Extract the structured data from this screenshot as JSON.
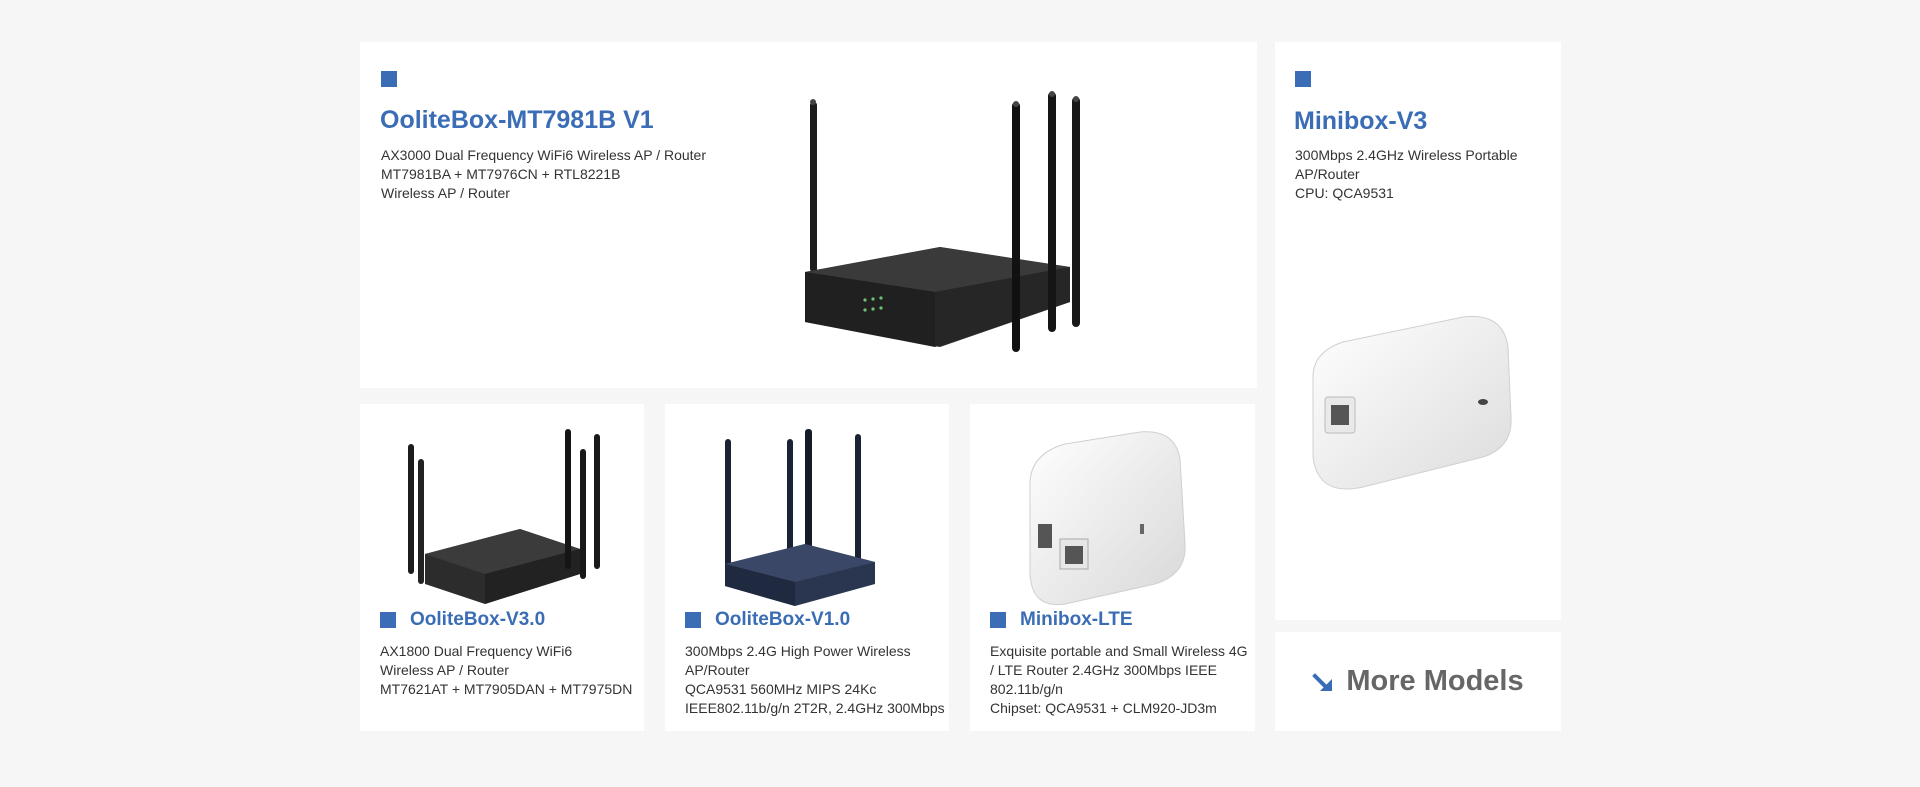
{
  "featured": {
    "title": "OoliteBox-MT7981B V1",
    "lines": [
      "AX3000 Dual Frequency WiFi6 Wireless AP / Router",
      "MT7981BA + MT7976CN + RTL8221B",
      "Wireless AP / Router"
    ],
    "image": "router-with-four-antennas-icon"
  },
  "minibox_v3": {
    "title": "Minibox-V3",
    "lines": [
      "300Mbps 2.4GHz Wireless Portable AP/Router",
      "CPU: QCA9531"
    ],
    "image": "white-portable-router-icon"
  },
  "cards": [
    {
      "title": "OoliteBox-V3.0",
      "lines": [
        "AX1800 Dual Frequency WiFi6",
        "Wireless AP / Router",
        "MT7621AT + MT7905DAN + MT7975DN"
      ],
      "image": "router-with-four-antennas-icon"
    },
    {
      "title": "OoliteBox-V1.0",
      "lines": [
        "300Mbps 2.4G High Power Wireless AP/Router",
        "QCA9531 560MHz MIPS 24Kc",
        "IEEE802.11b/g/n 2T2R, 2.4GHz 300Mbps"
      ],
      "image": "router-with-four-antennas-icon"
    },
    {
      "title": "Minibox-LTE",
      "lines": [
        "Exquisite portable and Small Wireless 4G / LTE Router 2.4GHz 300Mbps IEEE 802.11b/g/n",
        "Chipset: QCA9531 + CLM920-JD3m"
      ],
      "image": "white-portable-router-icon"
    }
  ],
  "more": {
    "label": "More Models",
    "icon": "arrow-down-right-icon"
  },
  "colors": {
    "accent": "#3a6db5",
    "background": "#f6f6f6",
    "card": "#ffffff",
    "more_text": "#666666"
  }
}
